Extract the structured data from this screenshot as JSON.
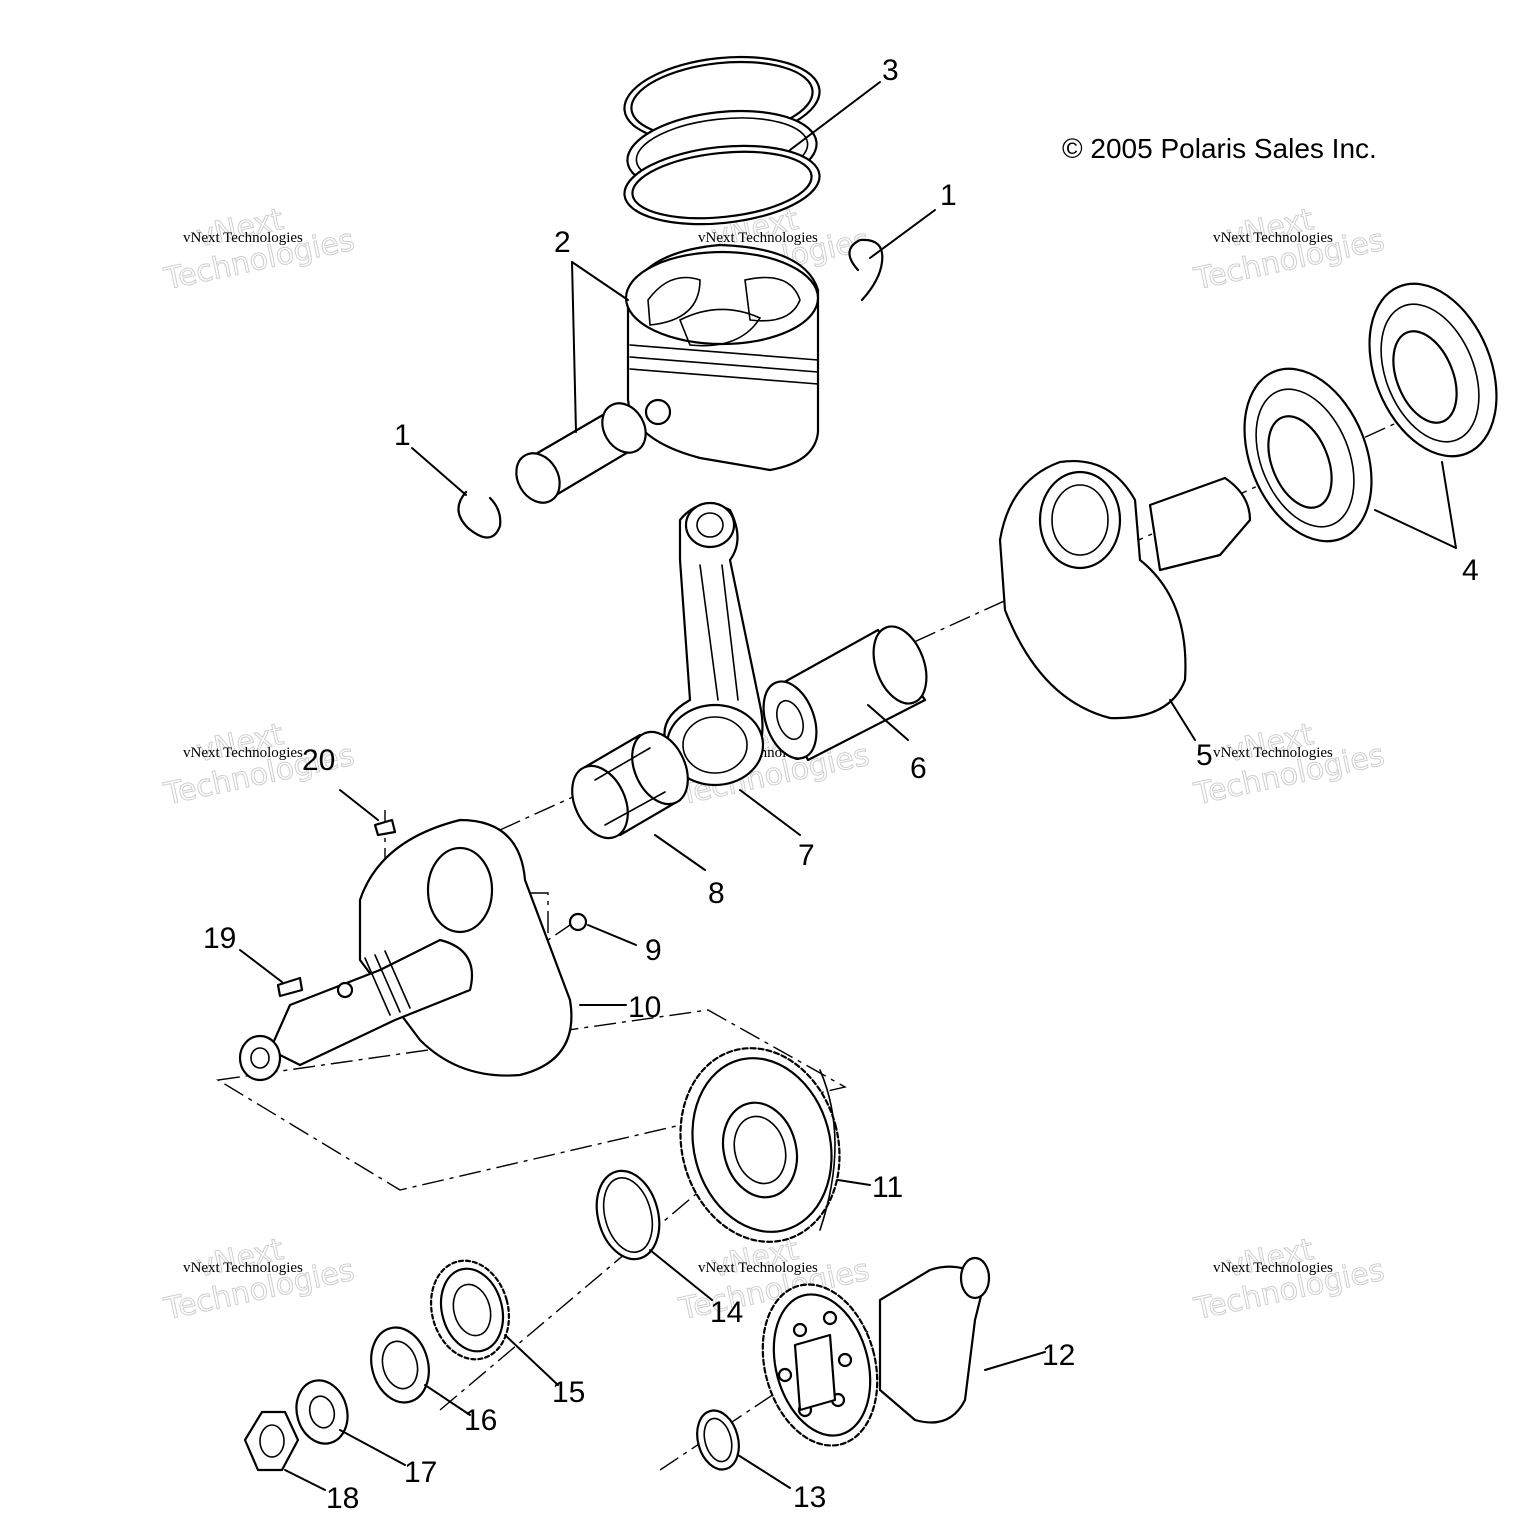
{
  "copyright": "© 2005 Polaris Sales Inc.",
  "watermark": {
    "line1": "vNext",
    "line2": "vNext Technologies",
    "line3": "Technologies"
  },
  "callouts": [
    {
      "id": "1a",
      "label": "1"
    },
    {
      "id": "1b",
      "label": "1"
    },
    {
      "id": "2",
      "label": "2"
    },
    {
      "id": "3",
      "label": "3"
    },
    {
      "id": "4",
      "label": "4"
    },
    {
      "id": "5",
      "label": "5"
    },
    {
      "id": "6",
      "label": "6"
    },
    {
      "id": "7",
      "label": "7"
    },
    {
      "id": "8",
      "label": "8"
    },
    {
      "id": "9",
      "label": "9"
    },
    {
      "id": "10",
      "label": "10"
    },
    {
      "id": "11",
      "label": "11"
    },
    {
      "id": "12",
      "label": "12"
    },
    {
      "id": "13",
      "label": "13"
    },
    {
      "id": "14",
      "label": "14"
    },
    {
      "id": "15",
      "label": "15"
    },
    {
      "id": "16",
      "label": "16"
    },
    {
      "id": "17",
      "label": "17"
    },
    {
      "id": "18",
      "label": "18"
    },
    {
      "id": "19",
      "label": "19"
    },
    {
      "id": "20",
      "label": "20"
    }
  ]
}
